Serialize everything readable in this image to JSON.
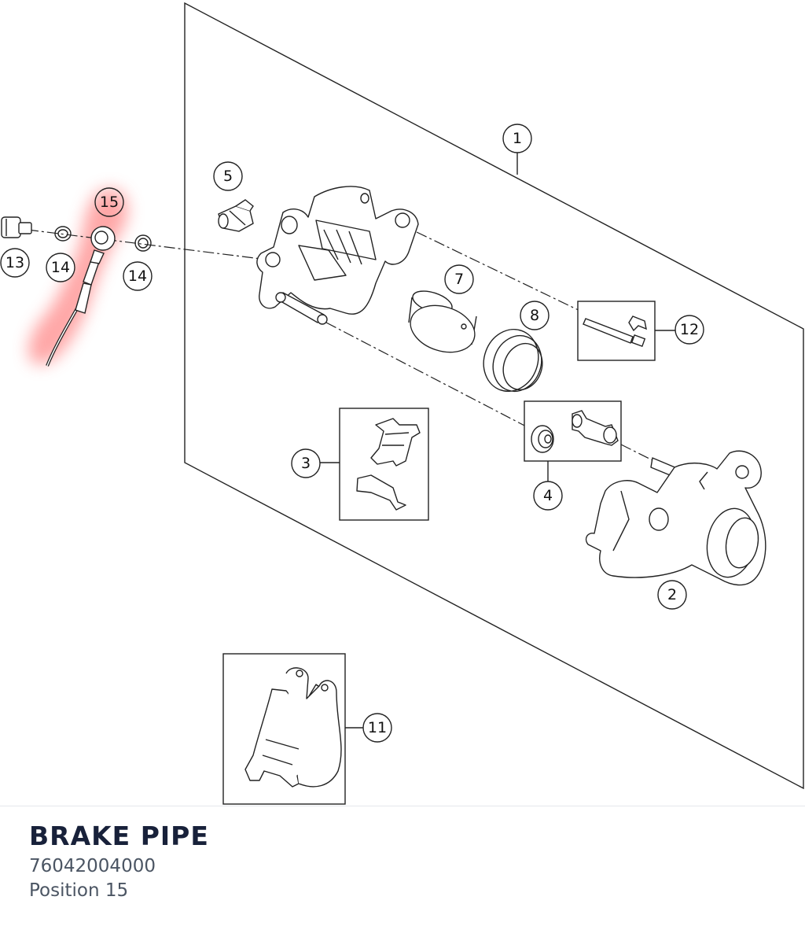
{
  "callouts": {
    "c1": "1",
    "c2": "2",
    "c3": "3",
    "c4": "4",
    "c5": "5",
    "c7": "7",
    "c8": "8",
    "c11": "11",
    "c12": "12",
    "c13": "13",
    "c14a": "14",
    "c14b": "14",
    "c15": "15"
  },
  "highlight": {
    "position": "15",
    "color": "#ff8a8a"
  },
  "part": {
    "name": "BRAKE PIPE",
    "number": "76042004000",
    "position": "Position 15"
  }
}
